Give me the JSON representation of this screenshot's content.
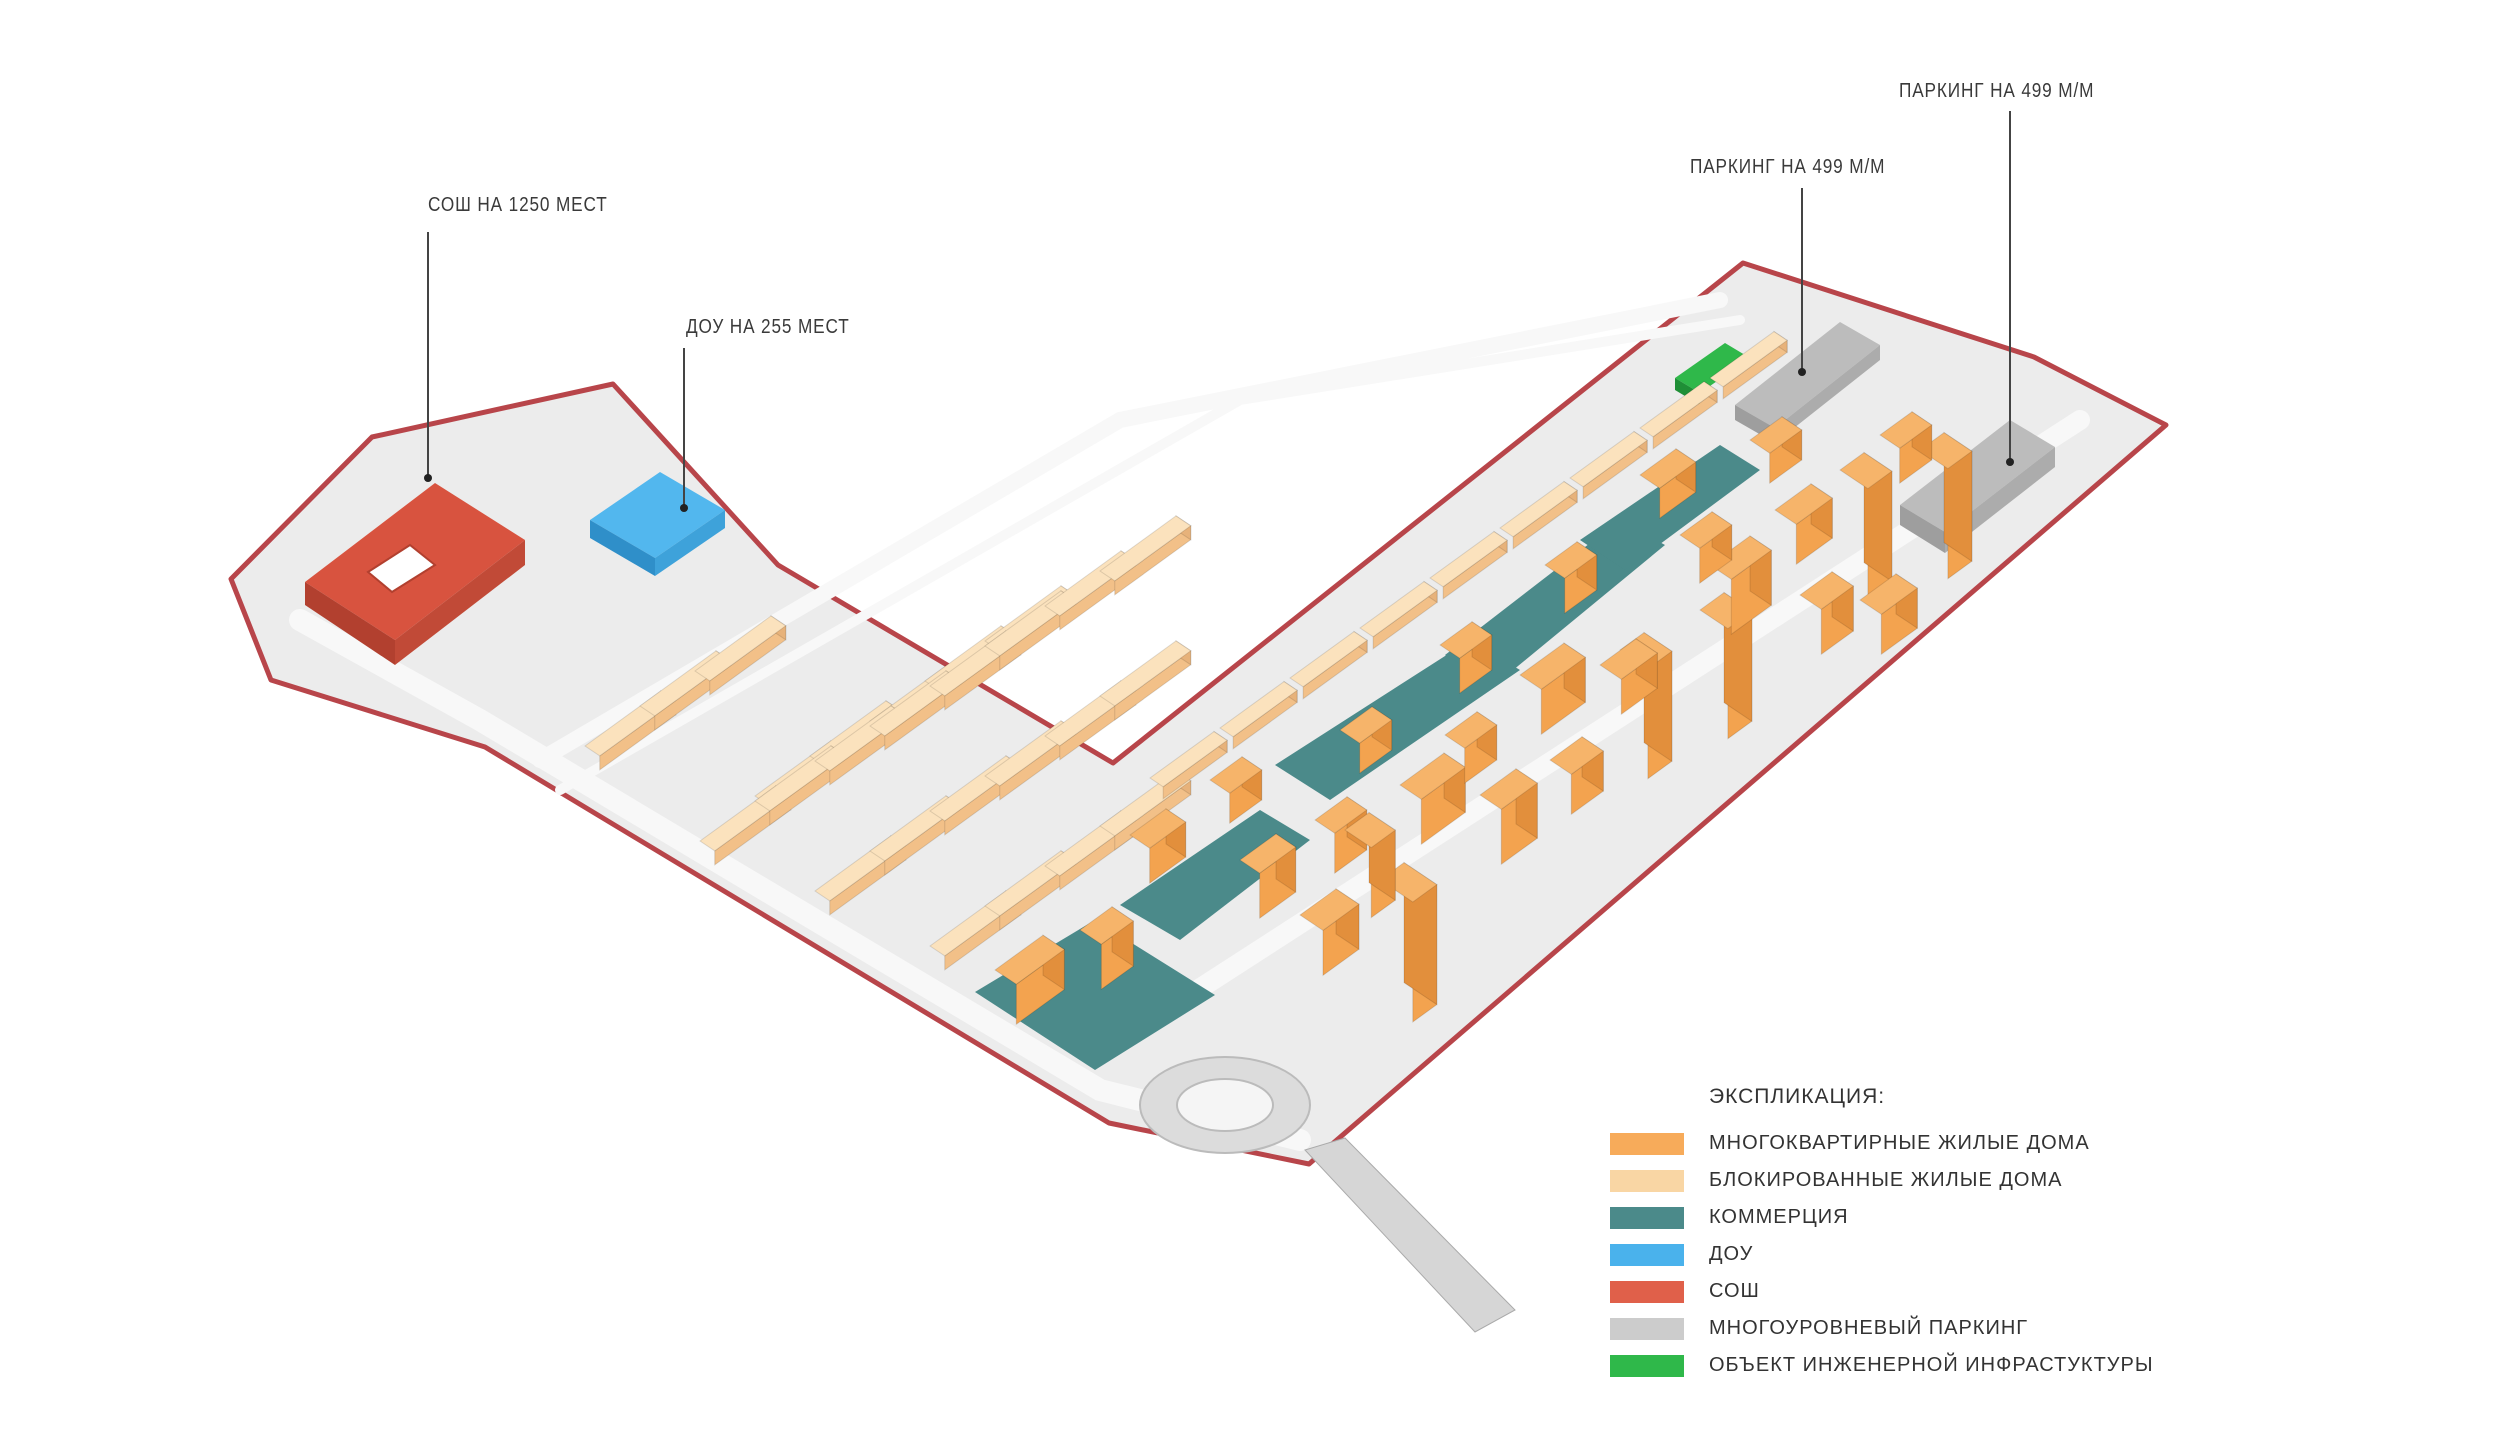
{
  "callouts": {
    "school": "СОШ НА 1250 МЕСТ",
    "kindergarten": "ДОУ НА 255 МЕСТ",
    "parking_1": "ПАРКИНГ НА 499 М/М",
    "parking_2": "ПАРКИНГ НА 499 М/М"
  },
  "legend": {
    "title": "ЭКСПЛИКАЦИЯ:",
    "items": [
      {
        "label": "МНОГОКВАРТИРНЫЕ ЖИЛЫЕ ДОМА",
        "color": "#f7ab5a"
      },
      {
        "label": "БЛОКИРОВАННЫЕ ЖИЛЫЕ ДОМА",
        "color": "#f9d6a4"
      },
      {
        "label": "КОММЕРЦИЯ",
        "color": "#4b8a8a"
      },
      {
        "label": "ДОУ",
        "color": "#4ab2ec"
      },
      {
        "label": "СОШ",
        "color": "#e0604a"
      },
      {
        "label": "МНОГОУРОВНЕВЫЙ ПАРКИНГ",
        "color": "#cccccc"
      },
      {
        "label": "ОБЪЕКТ ИНЖЕНЕРНОЙ ИНФРАСТУКТУРЫ",
        "color": "#2fb84a"
      }
    ]
  },
  "colors": {
    "boundary": "#b8454a",
    "site": "#ececec",
    "road": "#f7f7f7"
  }
}
